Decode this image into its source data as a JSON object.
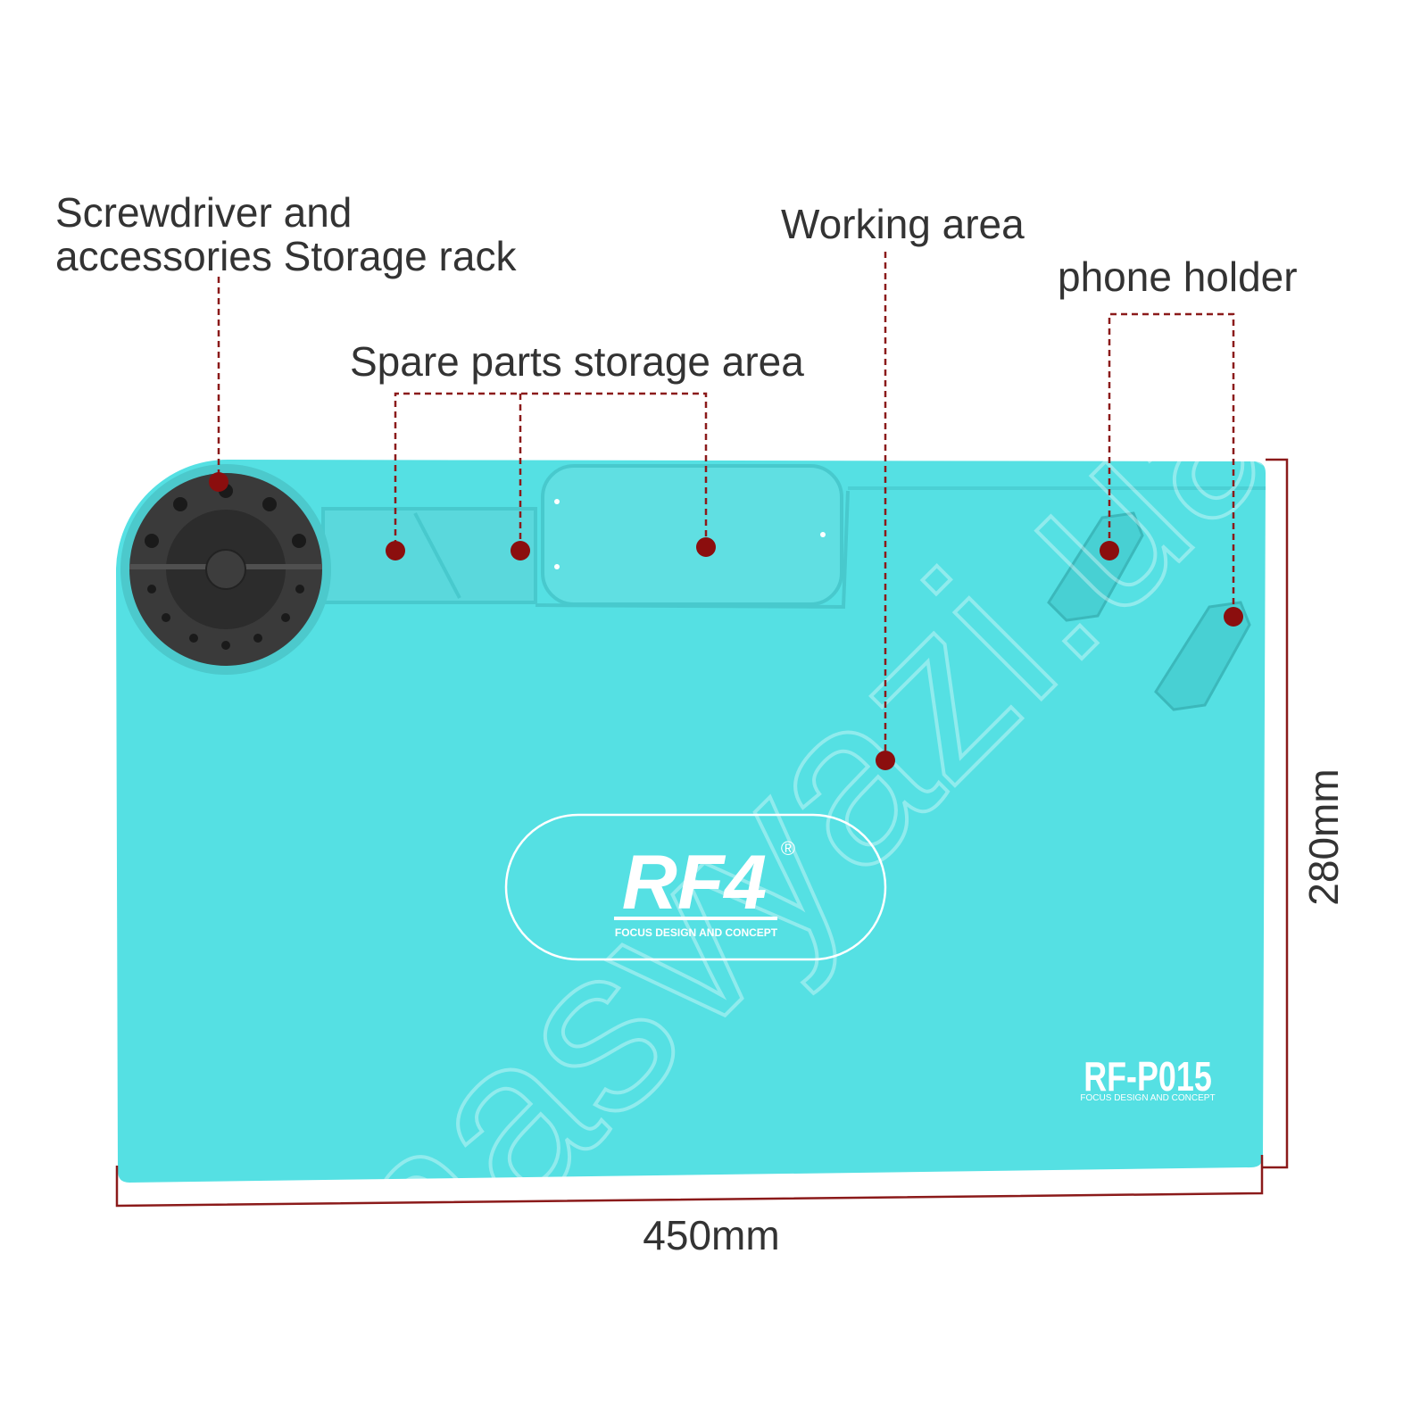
{
  "labels": {
    "rack_line1": "Screwdriver and",
    "rack_line2": "accessories Storage rack",
    "spare": "Spare parts storage area",
    "working": "Working area",
    "phone": "phone holder"
  },
  "dimensions": {
    "width": "450mm",
    "height": "280mm"
  },
  "logo": {
    "brand": "RF4",
    "registered": "®",
    "tagline": "FOCUS DESIGN AND CONCEPT"
  },
  "model": {
    "name": "RF-P015",
    "tagline": "FOCUS DESIGN AND CONCEPT"
  },
  "watermark": "nasvyazi.ua",
  "colors": {
    "mat": "#55e0e3",
    "rack": "#3a3a3a",
    "marker": "#8b0e0e",
    "dimension": "#8b1a1a"
  }
}
